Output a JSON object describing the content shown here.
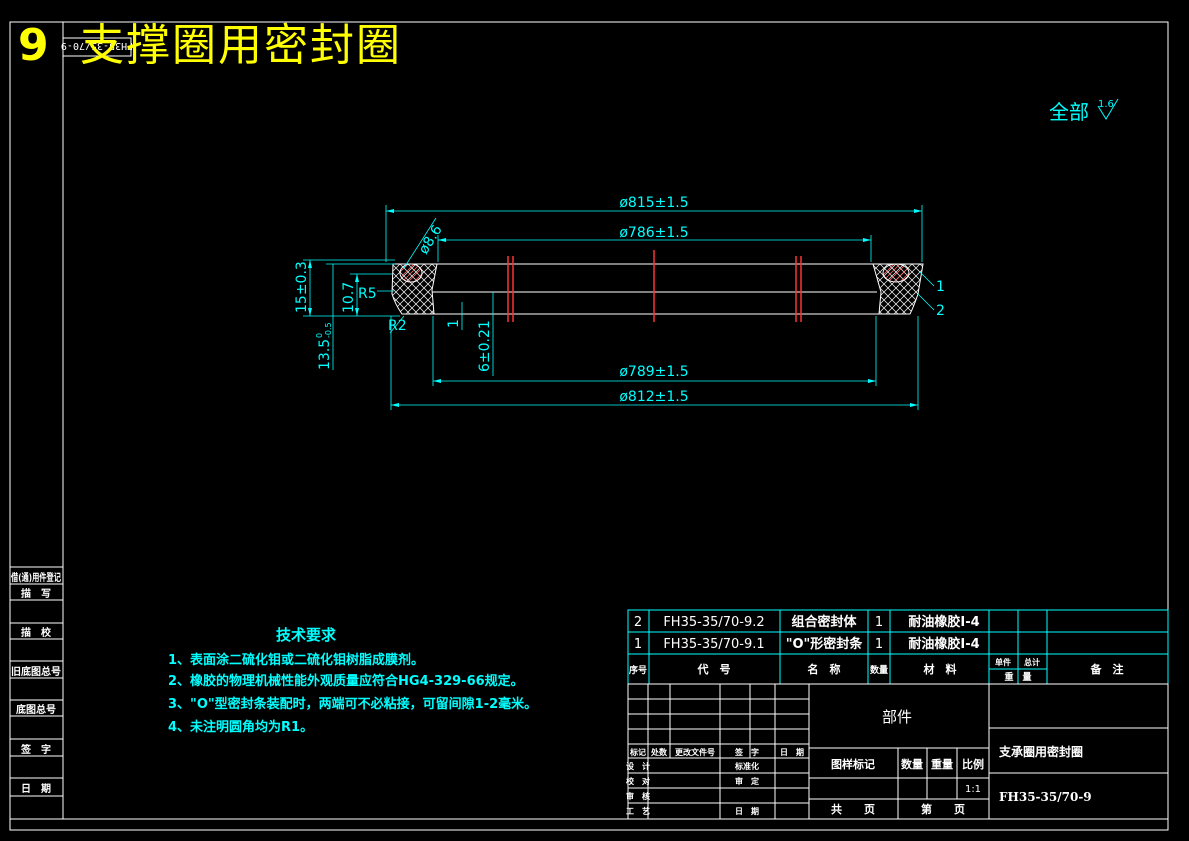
{
  "header": {
    "number": "9",
    "title": "支撑圈用密封圈",
    "mirrored_code": "FH35-35/70-9"
  },
  "surface_finish": {
    "label": "全部",
    "value": "1.6"
  },
  "dimensions": {
    "d_815": "ø815±1.5",
    "d_786": "ø786±1.5",
    "d_789": "ø789±1.5",
    "d_812": "ø812±1.5",
    "d_8_6": "ø8.6",
    "h_15": "15±0.3",
    "h_10_7": "10.7",
    "h_13_5": "13.5",
    "h_13_5_tol_upper": "0",
    "h_13_5_tol_lower": "-0.5",
    "r5": "R5",
    "r2": "R2",
    "h_1": "1",
    "h_6": "6±0.21",
    "part_1": "1",
    "part_2": "2"
  },
  "left_strip": {
    "labels": [
      "借(通)用件登记",
      "描　写",
      "描　校",
      "旧底图总号",
      "底图总号",
      "签　字",
      "日　期"
    ]
  },
  "tech_requirements": {
    "title": "技术要求",
    "items": [
      "1、表面涂二硫化钼或二硫化钼树脂成膜剂。",
      "2、橡胶的物理机械性能外观质量应符合HG4-329-66规定。",
      "3、\"O\"型密封条装配时，两端可不必粘接，可留间隙1-2毫米。",
      "4、未注明圆角均为R1。"
    ]
  },
  "bom": {
    "rows": [
      {
        "seq": "2",
        "code": "FH35-35/70-9.2",
        "name": "组合密封体",
        "qty": "1",
        "material": "耐油橡胶I-4"
      },
      {
        "seq": "1",
        "code": "FH35-35/70-9.1",
        "name": "\"O\"形密封条",
        "qty": "1",
        "material": "耐油橡胶I-4"
      }
    ],
    "headers": {
      "seq": "序号",
      "code": "代　号",
      "name": "名　称",
      "qty": "数量",
      "material": "材　料",
      "unit": "单件",
      "total": "总计",
      "weight": "重　量",
      "remarks": "备　注"
    }
  },
  "title_block": {
    "category": "部件",
    "drawing_name": "支承圈用密封圈",
    "drawing_code": "FH35-35/70-9",
    "change_headers": [
      "标记",
      "处数",
      "更改文件号",
      "签　字",
      "日　期"
    ],
    "roles": [
      "设　计",
      "校　对",
      "审　核",
      "工　艺"
    ],
    "roles_right": [
      "标准化",
      "审　定",
      "日　期"
    ],
    "stage_label": "图样标记",
    "qty_label": "数量",
    "weight_label": "重量",
    "scale_label": "比例",
    "scale_value": "1:1",
    "total_sheets": "共　　页",
    "sheet_no": "第　　页"
  },
  "colors": {
    "background": "#000000",
    "frame": "#ffffff",
    "header": "#ffff00",
    "dimension": "#00ffff",
    "centerline": "#ff3333",
    "part": "#ffffff"
  }
}
